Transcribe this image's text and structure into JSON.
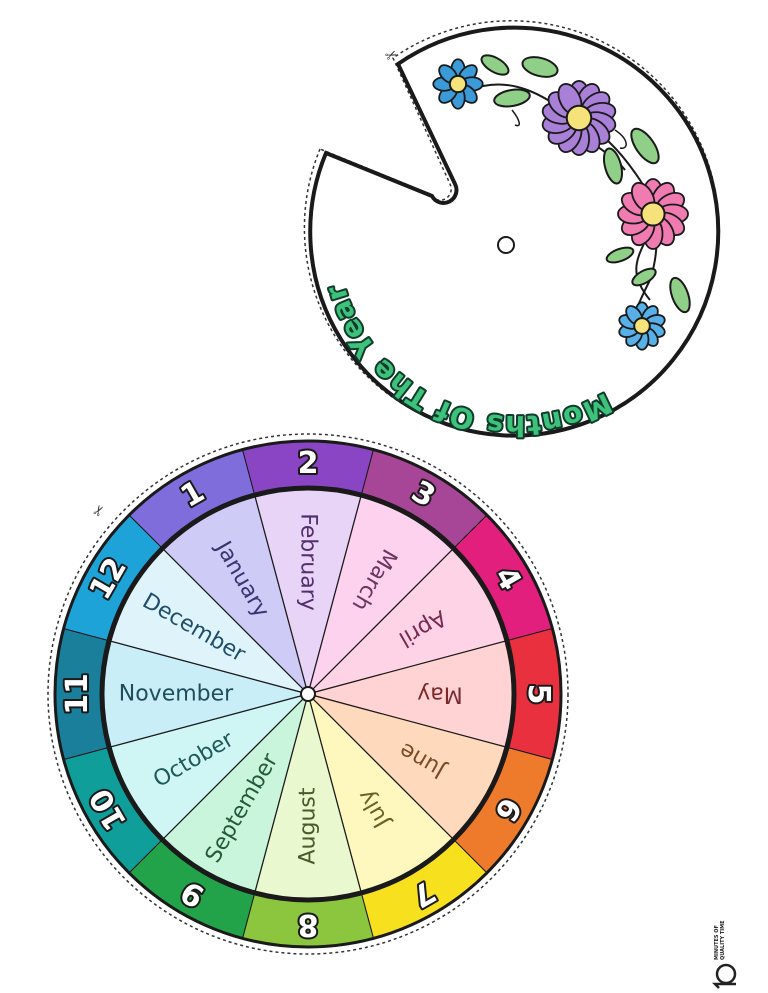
{
  "wheel": {
    "months": [
      {
        "number": "1",
        "name": "January",
        "outer": "#7f6ddb",
        "inner": "#cfcbf7",
        "text": "#3b3370"
      },
      {
        "number": "2",
        "name": "February",
        "outer": "#8a45c4",
        "inner": "#e8d4f7",
        "text": "#52306e"
      },
      {
        "number": "3",
        "name": "March",
        "outer": "#a74596",
        "inner": "#fcd2ef",
        "text": "#6b3560"
      },
      {
        "number": "4",
        "name": "April",
        "outer": "#e21f7d",
        "inner": "#ffd3e6",
        "text": "#7a2a4f"
      },
      {
        "number": "5",
        "name": "May",
        "outer": "#e8303f",
        "inner": "#ffd3d3",
        "text": "#7a2a2a"
      },
      {
        "number": "6",
        "name": "June",
        "outer": "#ee7a2c",
        "inner": "#ffd9bb",
        "text": "#7a4a2a"
      },
      {
        "number": "7",
        "name": "July",
        "outer": "#f7e11f",
        "inner": "#fff8be",
        "text": "#6a612a"
      },
      {
        "number": "8",
        "name": "August",
        "outer": "#8cc63f",
        "inner": "#eaf8cf",
        "text": "#4a5a2a"
      },
      {
        "number": "9",
        "name": "September",
        "outer": "#22a34a",
        "inner": "#c9f5dc",
        "text": "#245a3a"
      },
      {
        "number": "10",
        "name": "October",
        "outer": "#0f9e9a",
        "inner": "#cff6f5",
        "text": "#1f5a59"
      },
      {
        "number": "11",
        "name": "November",
        "outer": "#1a7f9a",
        "inner": "#c9eef8",
        "text": "#1f4e5a"
      },
      {
        "number": "12",
        "name": "December",
        "outer": "#1ea3d9",
        "inner": "#dff3fb",
        "text": "#1f4e6a"
      }
    ],
    "scissors": "✂"
  },
  "cover": {
    "title": "Months Of The Year",
    "scissors": "✂"
  },
  "brand": {
    "line1": "MINUTES OF",
    "line2": "QUALITY TIME"
  }
}
